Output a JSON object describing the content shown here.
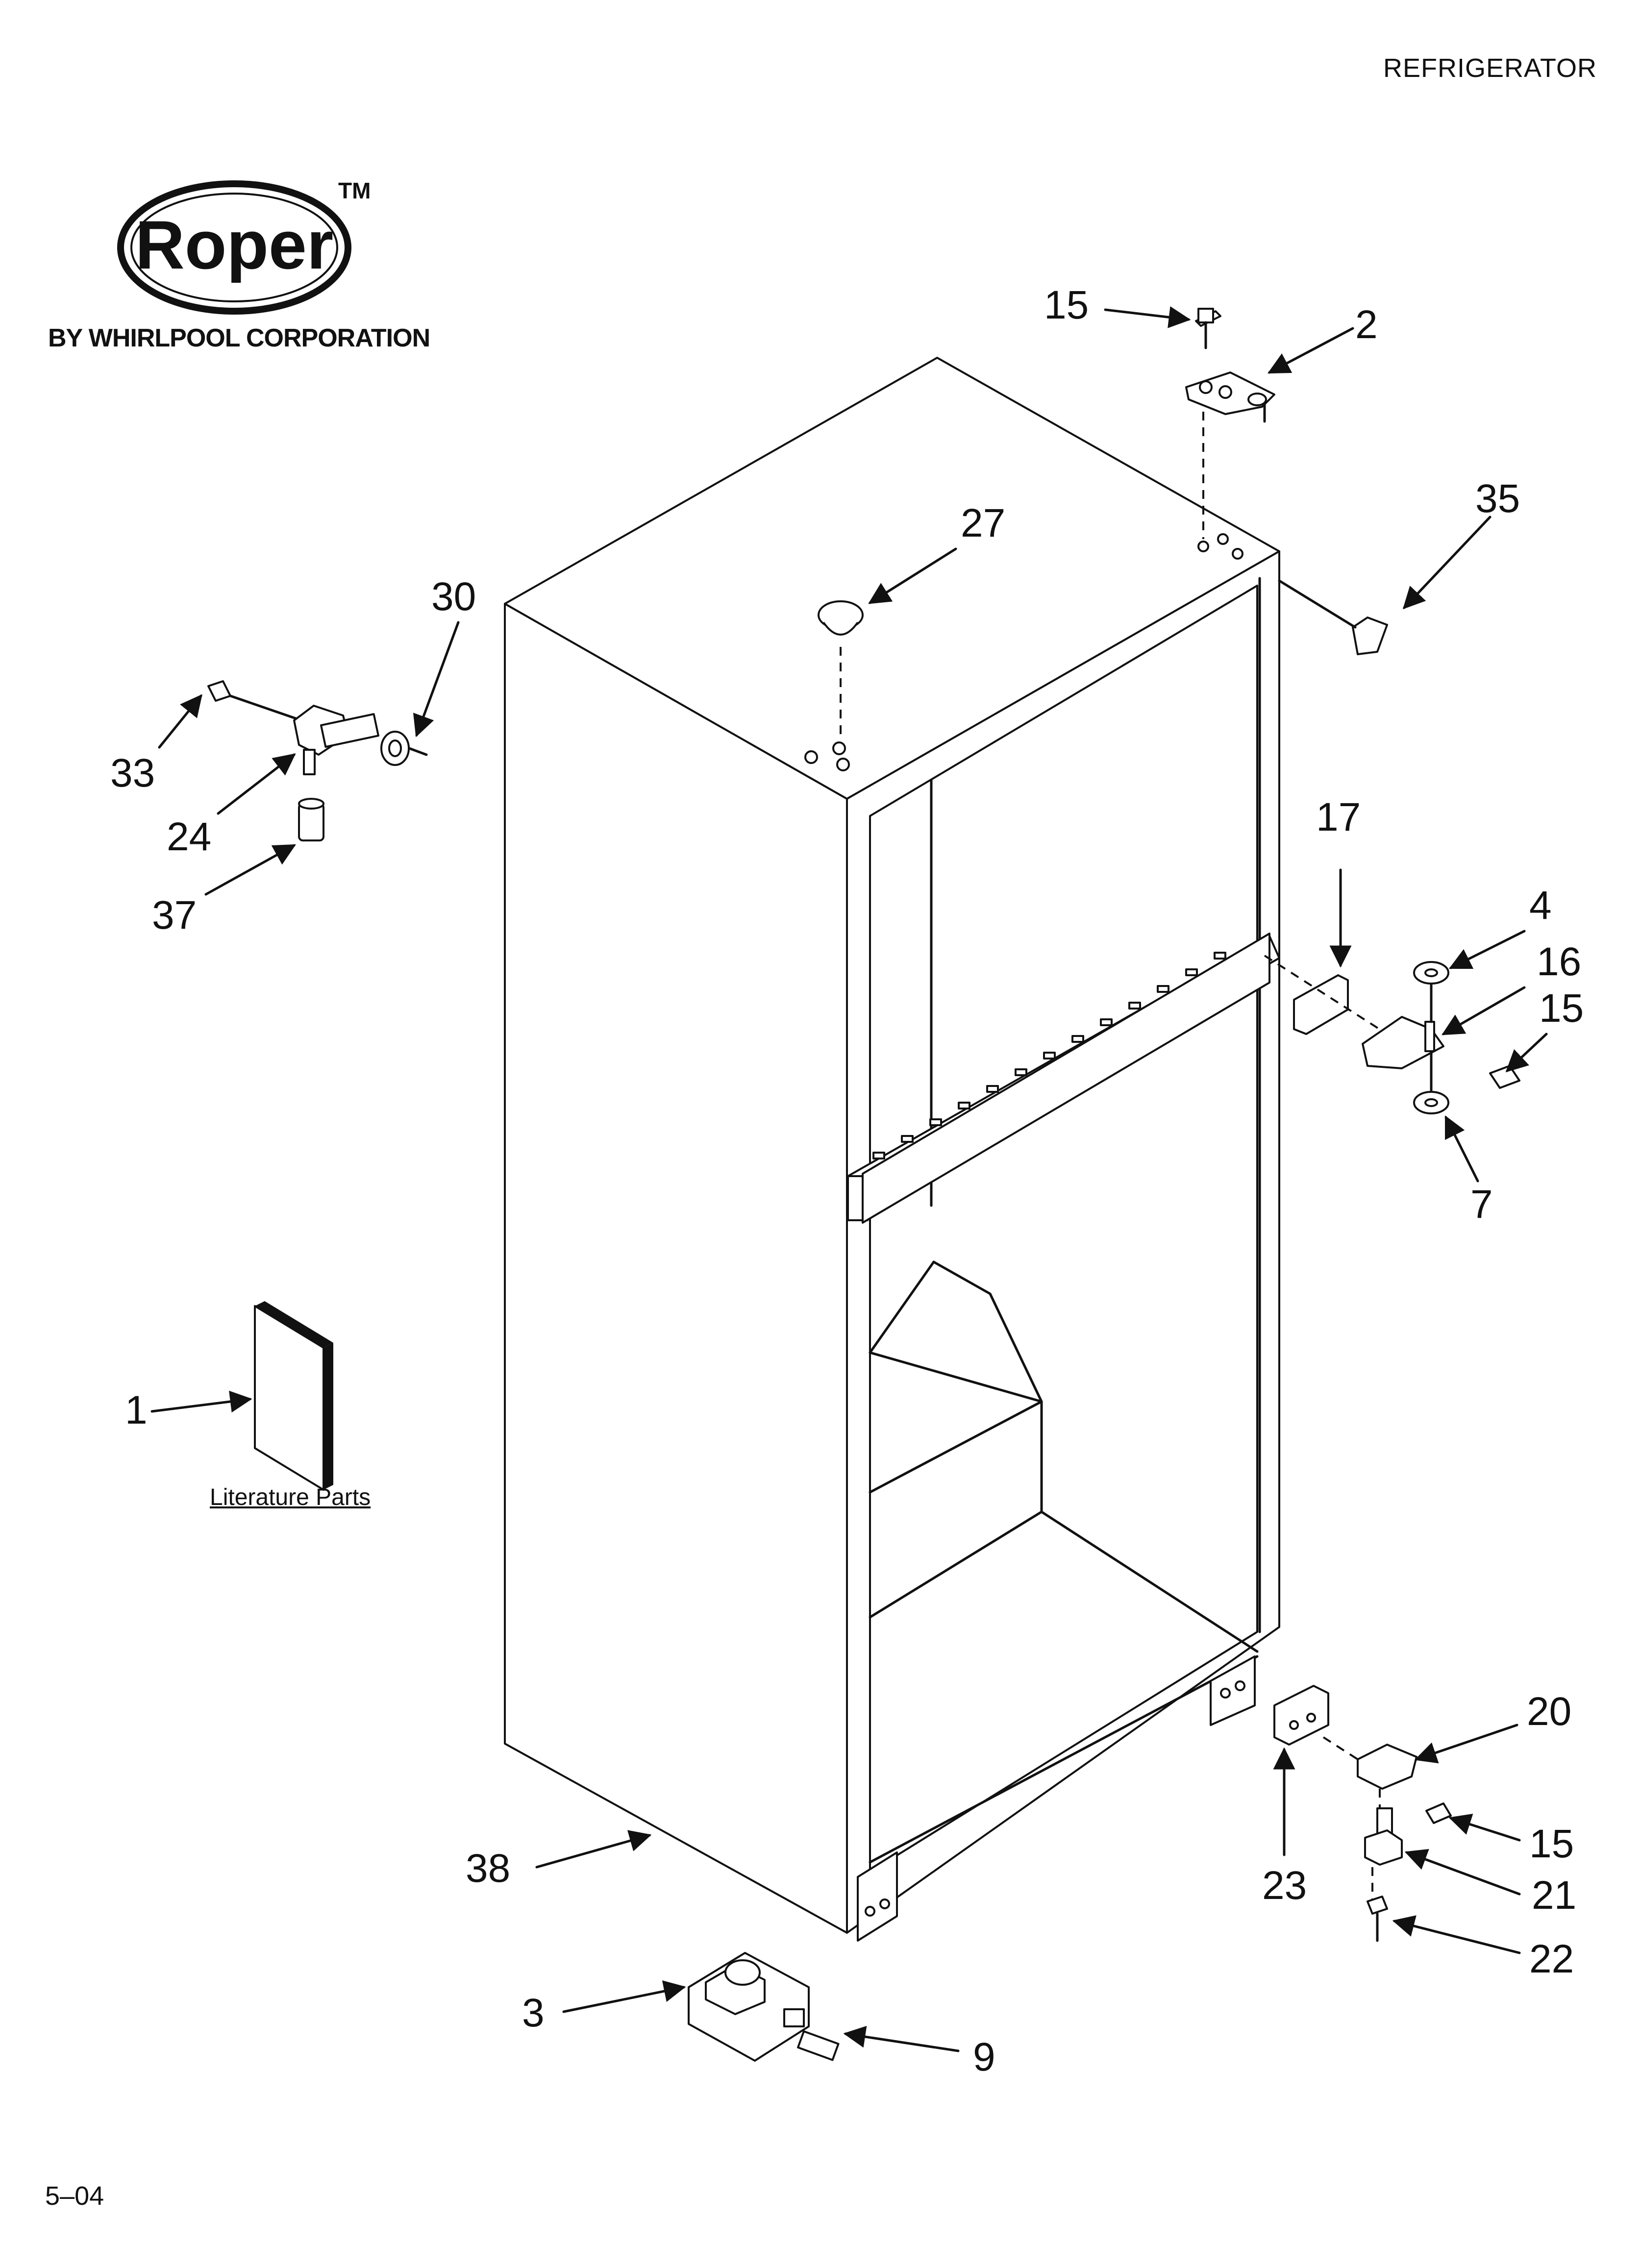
{
  "header": {
    "category": "REFRIGERATOR"
  },
  "brand": {
    "logo_text": "Roper",
    "trademark": "TM",
    "tagline": "BY WHIRLPOOL CORPORATION"
  },
  "literature": {
    "caption": "Literature Parts"
  },
  "footer": {
    "date_code": "5–04"
  },
  "callouts": [
    {
      "id": "c-15a",
      "label": "15"
    },
    {
      "id": "c-2",
      "label": "2"
    },
    {
      "id": "c-35",
      "label": "35"
    },
    {
      "id": "c-27",
      "label": "27"
    },
    {
      "id": "c-30",
      "label": "30"
    },
    {
      "id": "c-33",
      "label": "33"
    },
    {
      "id": "c-24",
      "label": "24"
    },
    {
      "id": "c-37",
      "label": "37"
    },
    {
      "id": "c-17",
      "label": "17"
    },
    {
      "id": "c-4",
      "label": "4"
    },
    {
      "id": "c-16",
      "label": "16"
    },
    {
      "id": "c-15b",
      "label": "15"
    },
    {
      "id": "c-7",
      "label": "7"
    },
    {
      "id": "c-1",
      "label": "1"
    },
    {
      "id": "c-20",
      "label": "20"
    },
    {
      "id": "c-15c",
      "label": "15"
    },
    {
      "id": "c-21",
      "label": "21"
    },
    {
      "id": "c-23",
      "label": "23"
    },
    {
      "id": "c-22",
      "label": "22"
    },
    {
      "id": "c-38",
      "label": "38"
    },
    {
      "id": "c-3",
      "label": "3"
    },
    {
      "id": "c-9",
      "label": "9"
    }
  ]
}
